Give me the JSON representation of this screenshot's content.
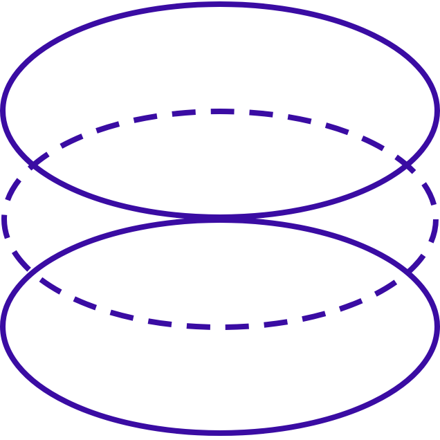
{
  "diagram": {
    "stroke_color": "#3a0ca3",
    "background_color": "#ffffff",
    "shapes": [
      {
        "name": "top-ellipse",
        "style": "solid"
      },
      {
        "name": "middle-ellipse",
        "style": "dashed"
      },
      {
        "name": "bottom-ellipse",
        "style": "solid"
      }
    ]
  }
}
